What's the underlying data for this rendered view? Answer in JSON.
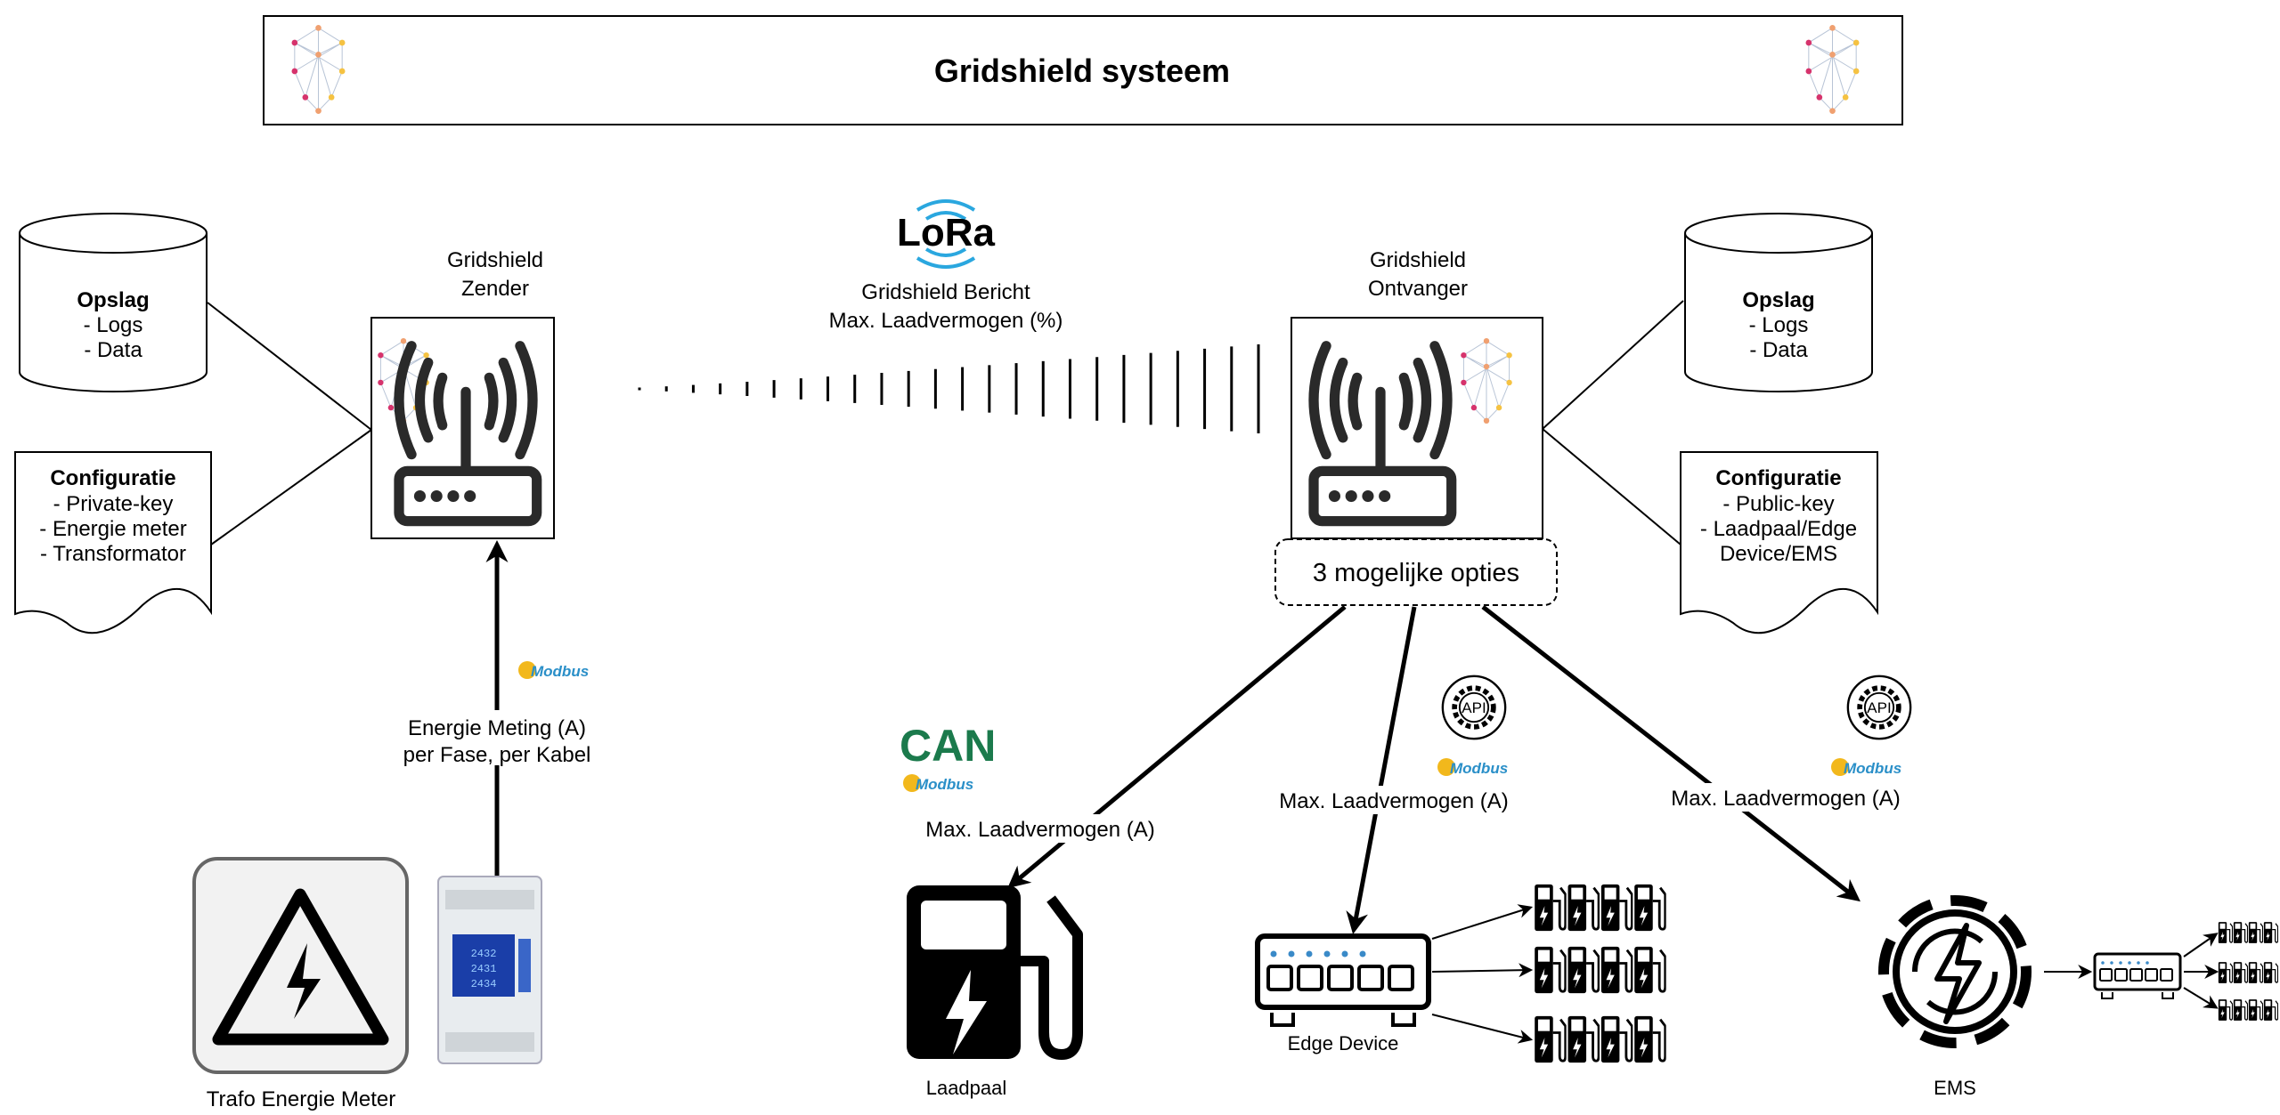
{
  "title": "Gridshield systeem",
  "colors": {
    "shield_pink": "#d6336c",
    "shield_orange": "#f0a070",
    "shield_yellow": "#f5c242",
    "can_green": "#1b7a4c",
    "modbus_blue": "#2a8fc8",
    "modbus_yellow": "#f2b81c"
  },
  "sender": {
    "label_lines": [
      "Gridshield",
      "Zender"
    ],
    "storage": {
      "title": "Opslag",
      "items": [
        "- Logs",
        "- Data"
      ]
    },
    "config": {
      "title": "Configuratie",
      "items": [
        "- Private-key",
        "- Energie meter",
        "- Transformator"
      ]
    }
  },
  "link": {
    "protocol_logo": "LoRa",
    "lines": [
      "Gridshield Bericht",
      "Max. Laadvermogen (%)"
    ]
  },
  "receiver": {
    "label_lines": [
      "Gridshield",
      "Ontvanger"
    ],
    "options_label": "3 mogelijke opties",
    "storage": {
      "title": "Opslag",
      "items": [
        "- Logs",
        "- Data"
      ]
    },
    "config": {
      "title": "Configuratie",
      "items": [
        "- Public-key",
        "- Laadpaal/Edge",
        "Device/EMS"
      ]
    }
  },
  "meter": {
    "protocol_logo": "Modbus",
    "lines": [
      "Energie Meting (A)",
      "per Fase, per Kabel"
    ],
    "device_label": "Trafo Energie Meter"
  },
  "outputs": {
    "laadpaal": {
      "protocol_logos": [
        "CAN",
        "Modbus"
      ],
      "message": "Max. Laadvermogen (A)",
      "label": "Laadpaal"
    },
    "edge": {
      "protocol_logos": [
        "API",
        "Modbus"
      ],
      "message": "Max. Laadvermogen (A)",
      "label": "Edge Device"
    },
    "ems": {
      "protocol_logos": [
        "API",
        "Modbus"
      ],
      "message": "Max. Laadvermogen (A)",
      "label": "EMS"
    }
  }
}
